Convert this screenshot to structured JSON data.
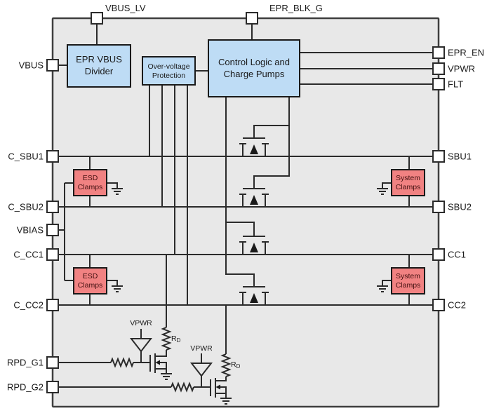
{
  "diagram": {
    "type": "ic-functional-block-diagram",
    "description": "USB-C SBU/CC protection multiplexer functional block diagram"
  },
  "colors": {
    "ic_fill": "#e8e8e8",
    "block_blue": "#bedcf5",
    "block_red": "#f18282",
    "pin_fill": "#ffffff",
    "wire": "#2b2b2b",
    "text": "#1a1a1a"
  },
  "top_pins": [
    {
      "label": "VBUS_LV"
    },
    {
      "label": "EPR_BLK_G"
    }
  ],
  "left_pins": [
    {
      "label": "VBUS"
    },
    {
      "label": "C_SBU1"
    },
    {
      "label": "C_SBU2"
    },
    {
      "label": "VBIAS"
    },
    {
      "label": "C_CC1"
    },
    {
      "label": "C_CC2"
    },
    {
      "label": "RPD_G1"
    },
    {
      "label": "RPD_G2"
    }
  ],
  "right_pins": [
    {
      "label": "EPR_EN"
    },
    {
      "label": "VPWR"
    },
    {
      "label": "FLT"
    },
    {
      "label": "SBU1"
    },
    {
      "label": "SBU2"
    },
    {
      "label": "CC1"
    },
    {
      "label": "CC2"
    }
  ],
  "blocks": {
    "epr_divider": {
      "line1": "EPR VBUS",
      "line2": "Divider"
    },
    "ovp": {
      "line1": "Over-voltage",
      "line2": "Protection"
    },
    "control_logic": {
      "line1": "Control Logic and",
      "line2": "Charge Pumps"
    },
    "esd1": {
      "line1": "ESD",
      "line2": "Clamps"
    },
    "esd2": {
      "line1": "ESD",
      "line2": "Clamps"
    },
    "sys1": {
      "line1": "System",
      "line2": "Clamps"
    },
    "sys2": {
      "line1": "System",
      "line2": "Clamps"
    }
  },
  "labels": {
    "vpwr": "VPWR",
    "rd_main": "R",
    "rd_sub": "D"
  }
}
